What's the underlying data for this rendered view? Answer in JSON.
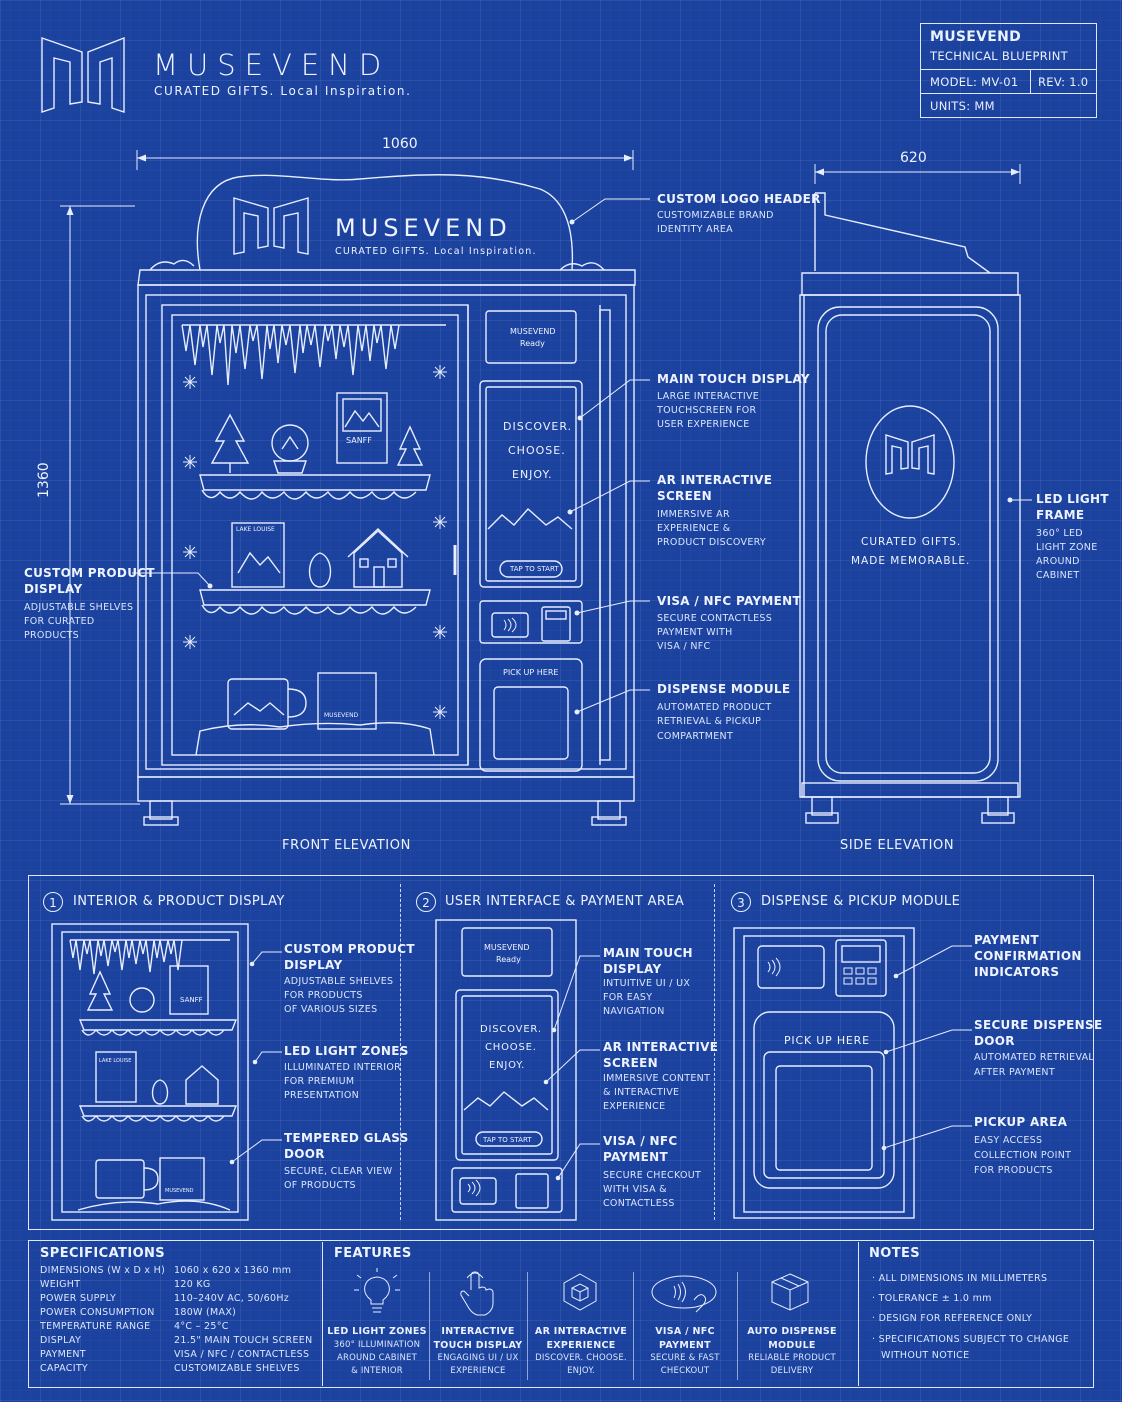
{
  "brand": {
    "name": "MUSEVEND",
    "tagline": "CURATED GIFTS. Local Inspiration."
  },
  "title_block": {
    "company": "MUSEVEND",
    "doc": "TECHNICAL BLUEPRINT",
    "model": "MODEL: MV-01",
    "rev": "REV: 1.0",
    "units": "UNITS: MM"
  },
  "dims": {
    "front_width": "1060",
    "side_depth": "620",
    "height": "1360"
  },
  "front": {
    "header_brand": "MUSEVEND",
    "header_tagline": "CURATED GIFTS. Local Inspiration.",
    "status_line1": "MUSEVEND",
    "status_line2": "Ready",
    "screen_lines": [
      "DISCOVER.",
      "CHOOSE.",
      "ENJOY."
    ],
    "tap_button": "TAP TO START",
    "pickup": "PICK UP HERE",
    "poster_banff": "SANFF",
    "poster_lake": "LAKE LOUISE",
    "box_brand": "MUSEVEND",
    "caption": "FRONT ELEVATION"
  },
  "side": {
    "panel_line1": "CURATED GIFTS.",
    "panel_line2": "MADE MEMORABLE.",
    "caption": "SIDE ELEVATION"
  },
  "callouts": {
    "logo_header": {
      "title": "CUSTOM LOGO HEADER",
      "desc": [
        "CUSTOMIZABLE BRAND",
        "IDENTITY AREA"
      ]
    },
    "touch_display": {
      "title": "MAIN TOUCH DISPLAY",
      "desc": [
        "LARGE INTERACTIVE",
        "TOUCHSCREEN FOR",
        "USER EXPERIENCE"
      ]
    },
    "ar_screen": {
      "title": [
        "AR INTERACTIVE",
        "SCREEN"
      ],
      "desc": [
        "IMMERSIVE AR",
        "EXPERIENCE &",
        "PRODUCT DISCOVERY"
      ]
    },
    "payment": {
      "title": "VISA / NFC PAYMENT",
      "desc": [
        "SECURE CONTACTLESS",
        "PAYMENT WITH",
        "VISA / NFC"
      ]
    },
    "dispense": {
      "title": "DISPENSE MODULE",
      "desc": [
        "AUTOMATED PRODUCT",
        "RETRIEVAL & PICKUP",
        "COMPARTMENT"
      ]
    },
    "product_display": {
      "title": [
        "CUSTOM PRODUCT",
        "DISPLAY"
      ],
      "desc": [
        "ADJUSTABLE SHELVES",
        "FOR CURATED",
        "PRODUCTS"
      ]
    },
    "led_frame": {
      "title": [
        "LED LIGHT",
        "FRAME"
      ],
      "desc": [
        "360° LED",
        "LIGHT ZONE",
        "AROUND",
        "CABINET"
      ]
    }
  },
  "detail_panels": [
    {
      "num": "1",
      "title": "INTERIOR & PRODUCT DISPLAY",
      "items": [
        {
          "title": [
            "CUSTOM PRODUCT",
            "DISPLAY"
          ],
          "desc": [
            "ADJUSTABLE SHELVES",
            "FOR PRODUCTS",
            "OF VARIOUS SIZES"
          ]
        },
        {
          "title": [
            "LED LIGHT ZONES"
          ],
          "desc": [
            "ILLUMINATED INTERIOR",
            "FOR PREMIUM",
            "PRESENTATION"
          ]
        },
        {
          "title": [
            "TEMPERED GLASS",
            "DOOR"
          ],
          "desc": [
            "SECURE, CLEAR VIEW",
            "OF PRODUCTS"
          ]
        }
      ]
    },
    {
      "num": "2",
      "title": "USER INTERFACE & PAYMENT AREA",
      "items": [
        {
          "title": [
            "MAIN TOUCH",
            "DISPLAY"
          ],
          "desc": [
            "INTUITIVE UI / UX",
            "FOR EASY",
            "NAVIGATION"
          ]
        },
        {
          "title": [
            "AR INTERACTIVE",
            "SCREEN"
          ],
          "desc": [
            "IMMERSIVE CONTENT",
            "& INTERACTIVE",
            "EXPERIENCE"
          ]
        },
        {
          "title": [
            "VISA / NFC",
            "PAYMENT"
          ],
          "desc": [
            "SECURE CHECKOUT",
            "WITH VISA &",
            "CONTACTLESS"
          ]
        }
      ]
    },
    {
      "num": "3",
      "title": "DISPENSE & PICKUP MODULE",
      "items": [
        {
          "title": [
            "PAYMENT",
            "CONFIRMATION",
            "INDICATORS"
          ],
          "desc": []
        },
        {
          "title": [
            "SECURE DISPENSE",
            "DOOR"
          ],
          "desc": [
            "AUTOMATED RETRIEVAL",
            "AFTER PAYMENT"
          ]
        },
        {
          "title": [
            "PICKUP AREA"
          ],
          "desc": [
            "EASY ACCESS",
            "COLLECTION POINT",
            "FOR PRODUCTS"
          ]
        }
      ]
    }
  ],
  "specifications": {
    "title": "SPECIFICATIONS",
    "rows": [
      {
        "k": "DIMENSIONS (W x D x H)",
        "v": "1060 x 620 x 1360 mm"
      },
      {
        "k": "WEIGHT",
        "v": "120 KG"
      },
      {
        "k": "POWER SUPPLY",
        "v": "110–240V AC, 50/60Hz"
      },
      {
        "k": "POWER CONSUMPTION",
        "v": "180W (MAX)"
      },
      {
        "k": "TEMPERATURE RANGE",
        "v": "4°C – 25°C"
      },
      {
        "k": "DISPLAY",
        "v": "21.5\" MAIN TOUCH SCREEN"
      },
      {
        "k": "PAYMENT",
        "v": "VISA / NFC / CONTACTLESS"
      },
      {
        "k": "CAPACITY",
        "v": "CUSTOMIZABLE SHELVES"
      }
    ]
  },
  "features": {
    "title": "FEATURES",
    "items": [
      {
        "icon": "bulb-icon",
        "title": [
          "LED LIGHT ZONES"
        ],
        "desc": [
          "360° ILLUMINATION",
          "AROUND CABINET",
          "& INTERIOR"
        ]
      },
      {
        "icon": "touch-hand-icon",
        "title": [
          "INTERACTIVE",
          "TOUCH DISPLAY"
        ],
        "desc": [
          "ENGAGING UI / UX",
          "EXPERIENCE"
        ]
      },
      {
        "icon": "cube-icon",
        "title": [
          "AR INTERACTIVE",
          "EXPERIENCE"
        ],
        "desc": [
          "DISCOVER. CHOOSE.",
          "ENJOY."
        ]
      },
      {
        "icon": "contactless-icon",
        "title": [
          "VISA / NFC",
          "PAYMENT"
        ],
        "desc": [
          "SECURE & FAST",
          "CHECKOUT"
        ]
      },
      {
        "icon": "box-icon",
        "title": [
          "AUTO DISPENSE",
          "MODULE"
        ],
        "desc": [
          "RELIABLE PRODUCT",
          "DELIVERY"
        ]
      }
    ]
  },
  "notes": {
    "title": "NOTES",
    "items": [
      "· ALL DIMENSIONS IN MILLIMETERS",
      "· TOLERANCE ± 1.0 mm",
      "· DESIGN FOR REFERENCE ONLY",
      "· SPECIFICATIONS SUBJECT TO CHANGE",
      "WITHOUT NOTICE"
    ]
  },
  "colors": {
    "background": "#1b429e",
    "line": "#e7eeff"
  }
}
